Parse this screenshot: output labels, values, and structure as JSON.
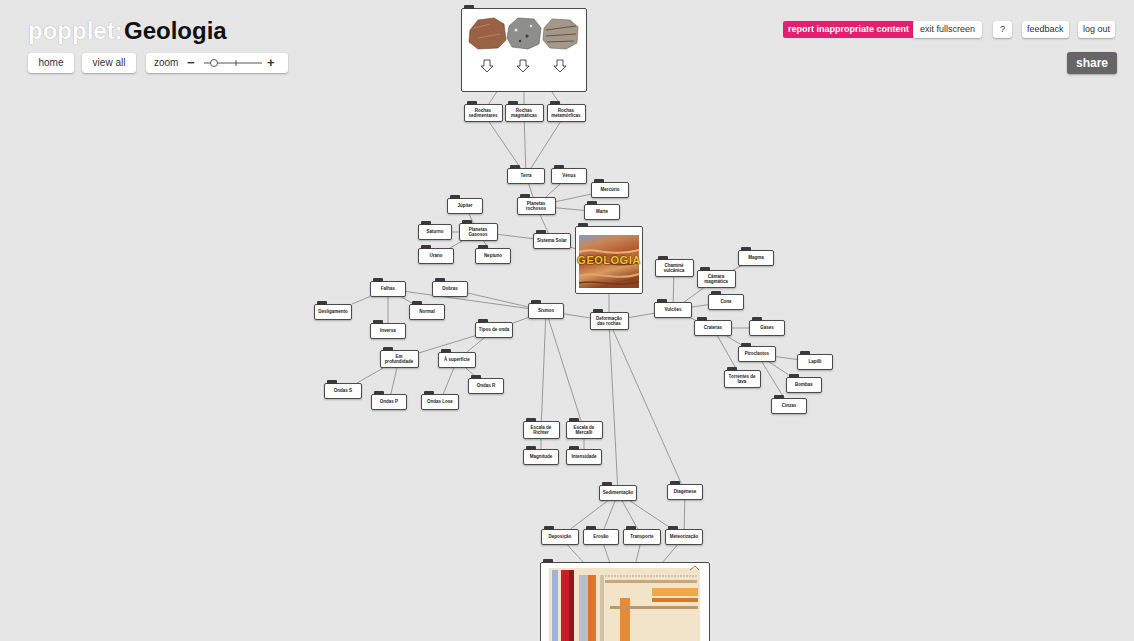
{
  "diagram": {
    "title": "Geologia",
    "nodes": [
      {
        "text": []
      },
      {
        "text": [
          "Rochas sedimentares"
        ]
      },
      {
        "text": [
          "Rochas magmáticas"
        ]
      },
      {
        "text": [
          "Rochas metamórficas"
        ]
      },
      {
        "text": [
          "Terra"
        ]
      },
      {
        "text": [
          "Vénus"
        ]
      },
      {
        "text": [
          "Mercúrio"
        ]
      },
      {
        "text": [
          "Júpiter"
        ]
      },
      {
        "text": [
          "Planetas rochosos"
        ]
      },
      {
        "text": [
          "Marte"
        ]
      },
      {
        "text": [
          "Saturno"
        ]
      },
      {
        "text": [
          "Planetas Gasosos"
        ]
      },
      {
        "text": [
          "Sistema Solar"
        ]
      },
      {
        "text": [
          "Urano"
        ]
      },
      {
        "text": [
          "Neptuno"
        ]
      },
      {
        "text": [
          "GEOLOGIA"
        ]
      },
      {
        "text": [
          "Magma"
        ]
      },
      {
        "text": [
          "Chaminé vulcânica"
        ]
      },
      {
        "text": [
          "Câmara magmática"
        ]
      },
      {
        "text": [
          "Falhas"
        ]
      },
      {
        "text": [
          "Dobras"
        ]
      },
      {
        "text": [
          "Cone"
        ]
      },
      {
        "text": [
          "Sismos"
        ]
      },
      {
        "text": [
          "Vulcões"
        ]
      },
      {
        "text": [
          "Desligamento"
        ]
      },
      {
        "text": [
          "Normal"
        ]
      },
      {
        "text": [
          "Deformação das rochas"
        ]
      },
      {
        "text": [
          "Crateras"
        ]
      },
      {
        "text": [
          "Gases"
        ]
      },
      {
        "text": [
          "Tipos de onda"
        ]
      },
      {
        "text": [
          "Inversa"
        ]
      },
      {
        "text": [
          "Piroclastos"
        ]
      },
      {
        "text": [
          "Em profundidade"
        ]
      },
      {
        "text": [
          "À superfície"
        ]
      },
      {
        "text": [
          "Lapilli"
        ]
      },
      {
        "text": [
          "Torrentes de lava"
        ]
      },
      {
        "text": [
          "Bombas"
        ]
      },
      {
        "text": [
          "Ondas R"
        ]
      },
      {
        "text": [
          "Ondas S"
        ]
      },
      {
        "text": [
          "Ondas P"
        ]
      },
      {
        "text": [
          "Ondas Love"
        ]
      },
      {
        "text": [
          "Cinzas"
        ]
      },
      {
        "text": [
          "Escala de Richter"
        ]
      },
      {
        "text": [
          "Escala de Mercalli"
        ]
      },
      {
        "text": [
          "Magnitude"
        ]
      },
      {
        "text": [
          "Intensidade"
        ]
      },
      {
        "text": [
          "Diagénese"
        ]
      },
      {
        "text": [
          "Sedimentação"
        ]
      },
      {
        "text": [
          "Deposição"
        ]
      },
      {
        "text": [
          "Erosão"
        ]
      },
      {
        "text": [
          "Transporte"
        ]
      },
      {
        "text": [
          "Meteorização"
        ]
      },
      {
        "text": []
      }
    ],
    "edges": [
      {
        "from": 0,
        "to": 1,
        "arrow": "none"
      },
      {
        "from": 0,
        "to": 2,
        "arrow": "none"
      },
      {
        "from": 0,
        "to": 3,
        "arrow": "none"
      },
      {
        "from": 1,
        "to": 4,
        "arrow": "none"
      },
      {
        "from": 2,
        "to": 4,
        "arrow": "none"
      },
      {
        "from": 3,
        "to": 4,
        "arrow": "none"
      },
      {
        "from": 4,
        "to": 8,
        "arrow": "none"
      },
      {
        "from": 5,
        "to": 8,
        "arrow": "none"
      },
      {
        "from": 6,
        "to": 8,
        "arrow": "none"
      },
      {
        "from": 9,
        "to": 8,
        "arrow": "none"
      },
      {
        "from": 8,
        "to": 12,
        "arrow": "none"
      },
      {
        "from": 7,
        "to": 11,
        "arrow": "none"
      },
      {
        "from": 10,
        "to": 11,
        "arrow": "none"
      },
      {
        "from": 13,
        "to": 11,
        "arrow": "none"
      },
      {
        "from": 14,
        "to": 11,
        "arrow": "none"
      },
      {
        "from": 11,
        "to": 12,
        "arrow": "none"
      },
      {
        "from": 12,
        "to": 15,
        "arrow": "none"
      },
      {
        "from": 15,
        "to": 26,
        "arrow": "none"
      },
      {
        "from": 26,
        "to": 22,
        "arrow": "none"
      },
      {
        "from": 26,
        "to": 23,
        "arrow": "none"
      },
      {
        "from": 26,
        "to": 47,
        "arrow": "none"
      },
      {
        "from": 26,
        "to": 46,
        "arrow": "none"
      },
      {
        "from": 23,
        "to": 17,
        "arrow": "none"
      },
      {
        "from": 23,
        "to": 18,
        "arrow": "none"
      },
      {
        "from": 23,
        "to": 21,
        "arrow": "none"
      },
      {
        "from": 23,
        "to": 27,
        "arrow": "none"
      },
      {
        "from": 18,
        "to": 16,
        "arrow": "none"
      },
      {
        "from": 27,
        "to": 28,
        "arrow": "none"
      },
      {
        "from": 27,
        "to": 31,
        "arrow": "none"
      },
      {
        "from": 27,
        "to": 35,
        "arrow": "none"
      },
      {
        "from": 31,
        "to": 34,
        "arrow": "none"
      },
      {
        "from": 31,
        "to": 36,
        "arrow": "none"
      },
      {
        "from": 31,
        "to": 41,
        "arrow": "none"
      },
      {
        "from": 22,
        "to": 19,
        "arrow": "none"
      },
      {
        "from": 22,
        "to": 20,
        "arrow": "none"
      },
      {
        "from": 22,
        "to": 29,
        "arrow": "none"
      },
      {
        "from": 22,
        "to": 42,
        "arrow": "none"
      },
      {
        "from": 22,
        "to": 43,
        "arrow": "none"
      },
      {
        "from": 19,
        "to": 24,
        "arrow": "none"
      },
      {
        "from": 19,
        "to": 25,
        "arrow": "none"
      },
      {
        "from": 19,
        "to": 30,
        "arrow": "none"
      },
      {
        "from": 29,
        "to": 32,
        "arrow": "none"
      },
      {
        "from": 29,
        "to": 33,
        "arrow": "none"
      },
      {
        "from": 32,
        "to": 38,
        "arrow": "none"
      },
      {
        "from": 32,
        "to": 39,
        "arrow": "none"
      },
      {
        "from": 33,
        "to": 40,
        "arrow": "none"
      },
      {
        "from": 33,
        "to": 37,
        "arrow": "none"
      },
      {
        "from": 42,
        "to": 44,
        "arrow": "none"
      },
      {
        "from": 43,
        "to": 45,
        "arrow": "none"
      },
      {
        "from": 47,
        "to": 48,
        "arrow": "none"
      },
      {
        "from": 47,
        "to": 49,
        "arrow": "none"
      },
      {
        "from": 47,
        "to": 50,
        "arrow": "none"
      },
      {
        "from": 47,
        "to": 51,
        "arrow": "none"
      },
      {
        "from": 46,
        "to": 51,
        "arrow": "none"
      },
      {
        "from": 48,
        "to": 52,
        "arrow": "none"
      },
      {
        "from": 49,
        "to": 52,
        "arrow": "none"
      },
      {
        "from": 50,
        "to": 52,
        "arrow": "none"
      },
      {
        "from": 51,
        "to": 52,
        "arrow": "none"
      }
    ],
    "labels": [
      "popplet:",
      "home",
      "view all",
      "zoom",
      "−",
      "+",
      "report inappropriate content",
      "exit fullscreen",
      "?",
      "feedback",
      "log out",
      "share"
    ]
  }
}
